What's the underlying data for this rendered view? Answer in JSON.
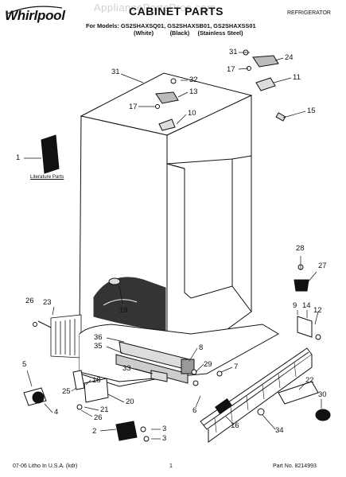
{
  "header": {
    "brand": "Whirlpool",
    "watermark": "AppliancePartsPros.com",
    "title": "CABINET PARTS",
    "category": "REFRIGERATOR",
    "models_line": "For Models: GS2SHAXSQ01, GS2SHAXSB01, GS2SHAXSS01",
    "colors_line": "(White)          (Black)     (Stainless Steel)"
  },
  "literature_label": "Literature Parts",
  "footer": {
    "left": "07-06 Litho In U.S.A. (kdr)",
    "page": "1",
    "right": "Part No. 8214993"
  },
  "callouts": [
    {
      "id": "c31",
      "text": "31"
    },
    {
      "id": "c32",
      "text": "32"
    },
    {
      "id": "c13",
      "text": "13"
    },
    {
      "id": "c17a",
      "text": "17"
    },
    {
      "id": "c10",
      "text": "10"
    },
    {
      "id": "c31b",
      "text": "31"
    },
    {
      "id": "c24",
      "text": "24"
    },
    {
      "id": "c17b",
      "text": "17"
    },
    {
      "id": "c11",
      "text": "11"
    },
    {
      "id": "c15",
      "text": "15"
    },
    {
      "id": "c1",
      "text": "1"
    },
    {
      "id": "c28",
      "text": "28"
    },
    {
      "id": "c27",
      "text": "27"
    },
    {
      "id": "c19",
      "text": "19"
    },
    {
      "id": "c26a",
      "text": "26"
    },
    {
      "id": "c23",
      "text": "23"
    },
    {
      "id": "c9",
      "text": "9"
    },
    {
      "id": "c14",
      "text": "14"
    },
    {
      "id": "c12",
      "text": "12"
    },
    {
      "id": "c36",
      "text": "36"
    },
    {
      "id": "c35",
      "text": "35"
    },
    {
      "id": "c8",
      "text": "8"
    },
    {
      "id": "c29",
      "text": "29"
    },
    {
      "id": "c7",
      "text": "7"
    },
    {
      "id": "c33",
      "text": "33"
    },
    {
      "id": "c5",
      "text": "5"
    },
    {
      "id": "c18",
      "text": "18"
    },
    {
      "id": "c25",
      "text": "25"
    },
    {
      "id": "c20",
      "text": "20"
    },
    {
      "id": "c21",
      "text": "21"
    },
    {
      "id": "c26b",
      "text": "26"
    },
    {
      "id": "c4",
      "text": "4"
    },
    {
      "id": "c6",
      "text": "6"
    },
    {
      "id": "c22",
      "text": "22"
    },
    {
      "id": "c30",
      "text": "30"
    },
    {
      "id": "c16",
      "text": "16"
    },
    {
      "id": "c34",
      "text": "34"
    },
    {
      "id": "c2",
      "text": "2"
    },
    {
      "id": "c3a",
      "text": "3"
    },
    {
      "id": "c3b",
      "text": "3"
    }
  ]
}
